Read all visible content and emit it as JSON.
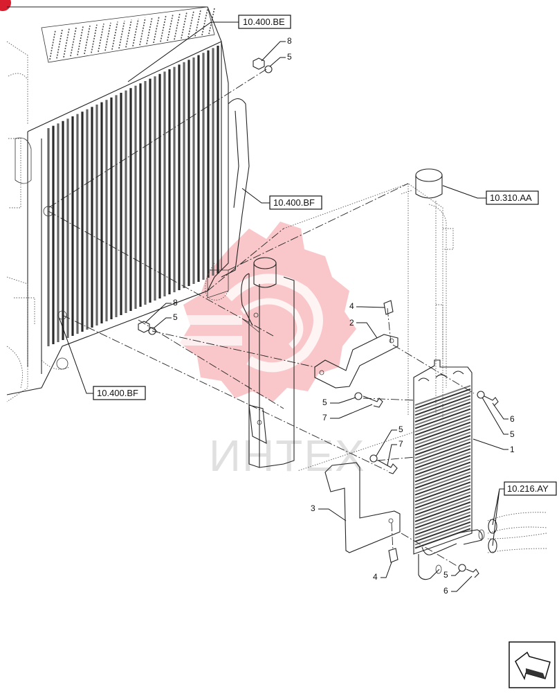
{
  "references": [
    {
      "id": "ref-10-400-be",
      "label": "10.400.BE"
    },
    {
      "id": "ref-10-400-bf-top",
      "label": "10.400.BF"
    },
    {
      "id": "ref-10-310-aa",
      "label": "10.310.AA"
    },
    {
      "id": "ref-10-400-bf-bottom",
      "label": "10.400.BF"
    },
    {
      "id": "ref-10-216-ay",
      "label": "10.216.AY"
    }
  ],
  "callouts": {
    "c8_top": "8",
    "c5_top": "5",
    "c8_mid": "8",
    "c5_mid": "5",
    "c4_top": "4",
    "c2": "2",
    "c5_left": "5",
    "c7_left": "7",
    "c6_right": "6",
    "c5_right": "5",
    "c1": "1",
    "c5_low": "5",
    "c7_low": "7",
    "c3": "3",
    "c4_bottom": "4",
    "c5_bottom": "5",
    "c6_bottom": "6"
  },
  "watermark": "ИНТЕХ",
  "colors": {
    "line": "#222222",
    "watermark": "#e8363c",
    "background": "#ffffff"
  },
  "icons": {
    "nav": "next-page-arrow-icon"
  }
}
